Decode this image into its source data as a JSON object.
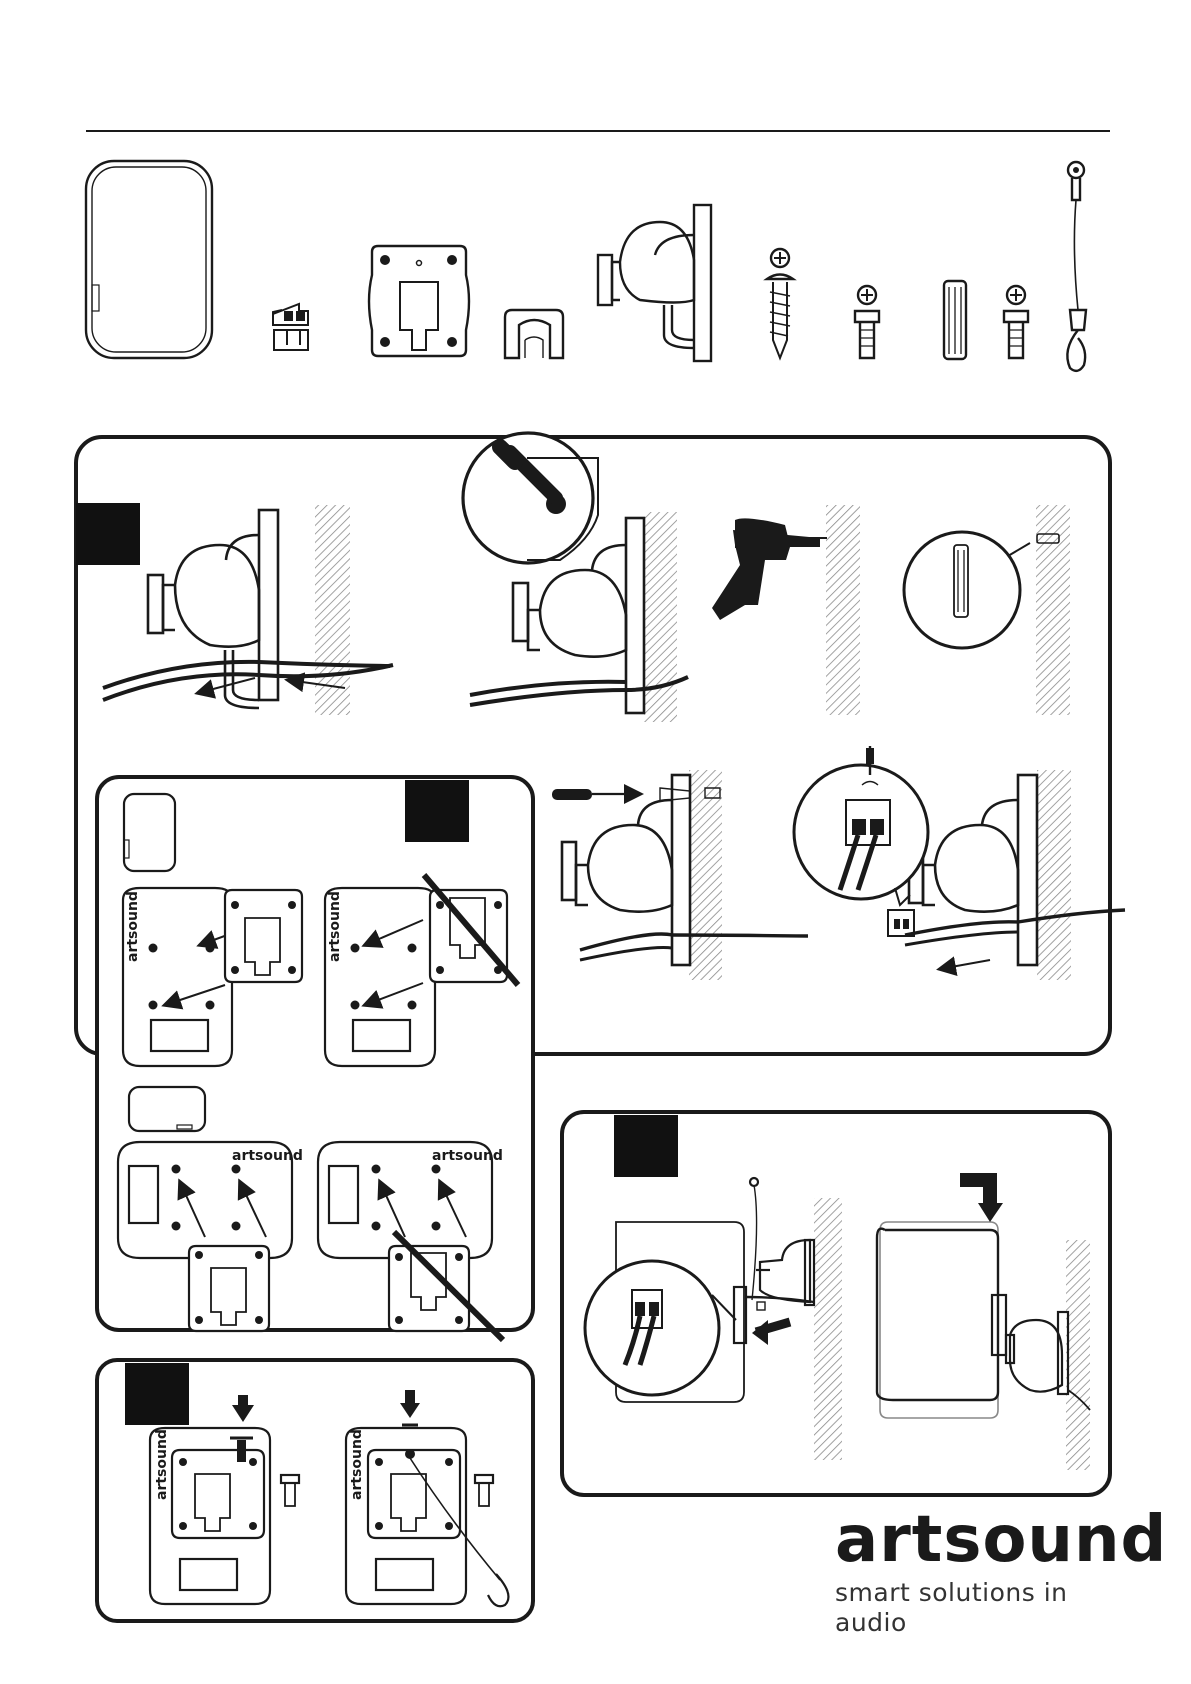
{
  "brand": {
    "name": "artsound",
    "tagline": "smart solutions in audio"
  },
  "template_labels": {
    "template_logo": "artsound",
    "speaker_logo": "artsound"
  },
  "panels": [
    {
      "id": "A",
      "step_marker": ""
    },
    {
      "id": "B",
      "step_marker": ""
    },
    {
      "id": "C",
      "step_marker": ""
    },
    {
      "id": "D",
      "step_marker": ""
    }
  ],
  "parts": [
    {
      "name": "speaker"
    },
    {
      "name": "terminal-block"
    },
    {
      "name": "wall-plate"
    },
    {
      "name": "cable-clip"
    },
    {
      "name": "wall-mount-bracket"
    },
    {
      "name": "wood-screw"
    },
    {
      "name": "machine-screw"
    },
    {
      "name": "wall-plug"
    },
    {
      "name": "machine-screw"
    },
    {
      "name": "safety-cable"
    }
  ],
  "colors": {
    "ink": "#1a1a1a",
    "hatch": "#8a8a8a",
    "marker": "#111111",
    "paper": "#ffffff"
  }
}
